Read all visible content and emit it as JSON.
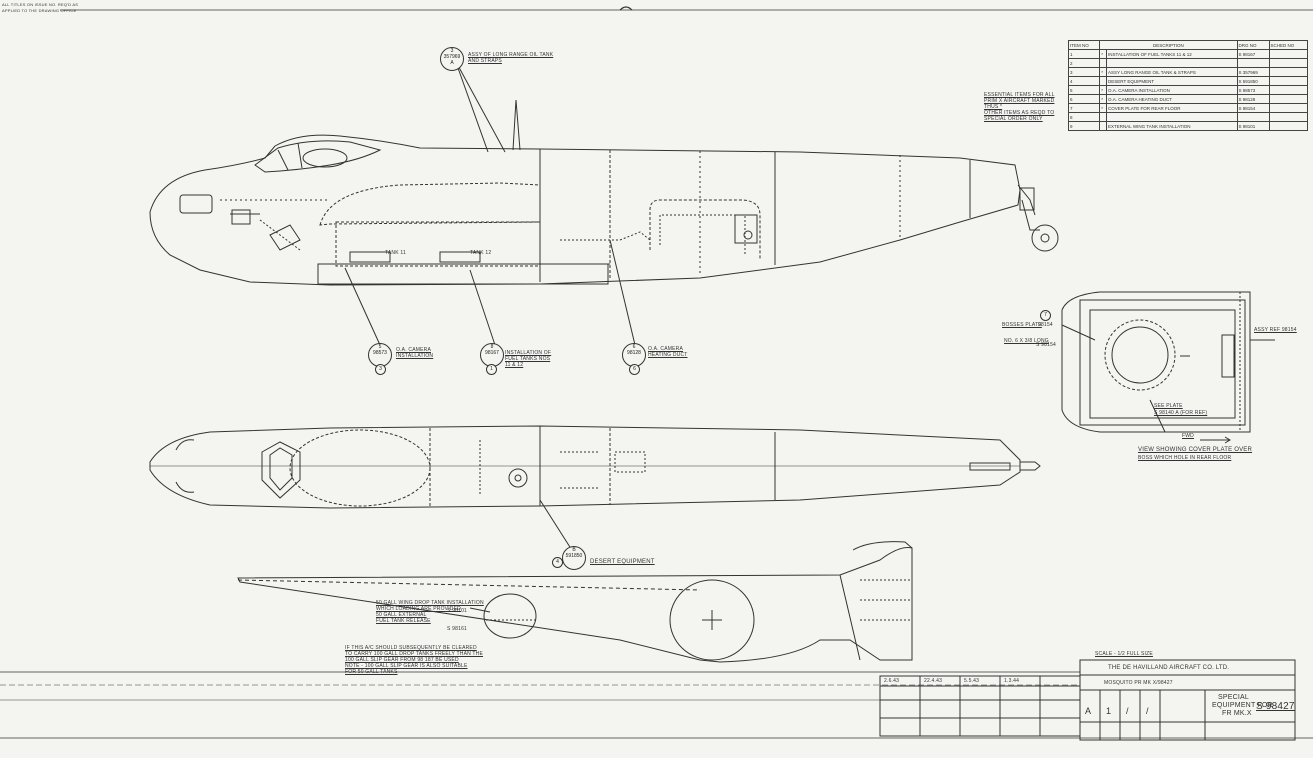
{
  "corner_notes": [
    "ALL TITLES ON ISSUE NO. REQ'D AS",
    "APPLIED TO THE DRAWING OFFICE"
  ],
  "balloons": [
    {
      "item": "3",
      "ref": "357969",
      "sub": "A",
      "label": "ASSY OF LONG RANGE OIL TANK AND STRAPS"
    },
    {
      "item": "5",
      "ref": "98573",
      "sub": "3",
      "label": "O.A. CAMERA INSTALLATION"
    },
    {
      "item": "8",
      "ref": "98167",
      "sub": "1",
      "label": "INSTALLATION OF FUEL TANKS NOS 11 & 12"
    },
    {
      "item": "6",
      "ref": "98128",
      "sub": "6",
      "label": "O.A. CAMERA HEATING DUCT"
    },
    {
      "item": "4",
      "ref": "591850",
      "sub": "B",
      "label": "DESERT EQUIPMENT"
    }
  ],
  "fuselage_labels": [
    "TANK 11",
    "TANK 12"
  ],
  "essential_note": [
    "ESSENTIAL ITEMS FOR ALL",
    "PRIM X AIRCRAFT MARKED",
    "THUS *",
    "OTHER ITEMS AS REQD TO",
    "SPECIAL ORDER ONLY"
  ],
  "items_table": {
    "headers": [
      "ITEM No",
      "DESCRIPTION",
      "DRG No",
      "SCHED No"
    ],
    "rows": [
      [
        "1",
        "*",
        "INSTALLATION OF FUEL TANKS 11 & 12",
        "S 98167",
        ""
      ],
      [
        "2",
        "",
        "",
        "",
        ""
      ],
      [
        "3",
        "*",
        "ASSY LONG RANGE OIL TANK & STRAPS",
        "S 357969",
        ""
      ],
      [
        "4",
        "",
        "DESERT EQUIPMENT",
        "S 591850",
        ""
      ],
      [
        "5",
        "*",
        "O.A. CAMERA INSTALLATION",
        "S 98573",
        ""
      ],
      [
        "6",
        "*",
        "O.A. CAMERA HEATING DUCT",
        "S 98128",
        ""
      ],
      [
        "7",
        "*",
        "COVER PLATE FOR REAR FLOOR",
        "S 98154",
        ""
      ],
      [
        "8",
        "",
        "",
        "",
        ""
      ],
      [
        "9",
        "",
        "EXTERNAL WING TANK INSTALLATION",
        "S 98101",
        ""
      ]
    ]
  },
  "side_view": {
    "bosses_plate": "BOSSES PLATE",
    "ref1": "98154",
    "ref2": "S 98154",
    "ref3": "NO. 6 x 3/8 LONG",
    "ref4": "ASSY REF 98154",
    "ref5": "SEE PLATE",
    "ref6": "S 98140 A (FOR REF)",
    "fwd": "FWD",
    "caption1": "VIEW SHOWING COVER PLATE OVER",
    "caption2": "BOSS WHICH HOLE IN REAR FLOOR"
  },
  "wing_labels": [
    "50 GALL WING DROP TANK INSTALLATION",
    "WHICH LOADING ARE PROVIDED",
    "50 GALL EXTERNAL",
    "FUEL TANK RELEASE"
  ],
  "wing_refs": [
    "S 98101",
    "S 98161"
  ],
  "wing_note": [
    "IF THIS A/C SHOULD SUBSEQUENTLY BE CLEARED",
    "TO CARRY 100 GALL DROP TANKS FREELY THAN THE",
    "100 GALL SLIP GEAR FROM 98 187 BE USED",
    "NOTE - 100 GALL SLIP GEAR IS ALSO SUITABLE",
    "FOR 50 GALL TANKS"
  ],
  "title_block": {
    "scale": "SCALE - 1/2 FULL SIZE",
    "company": "THE DE HAVILLAND AIRCRAFT CO. LTD.",
    "title_line1": "SPECIAL",
    "title_line2": "EQUIPMENT FOR",
    "title_line3": "FR MK.X",
    "drawing_number": "S 98427",
    "mosquito": "MOSQUITO PR MK X/98427",
    "rev_cells": [
      "2.6.43",
      "22.4.43",
      "5.5.43",
      "1.3.44"
    ],
    "signatures": [
      "A",
      "1",
      "/",
      "/"
    ]
  }
}
